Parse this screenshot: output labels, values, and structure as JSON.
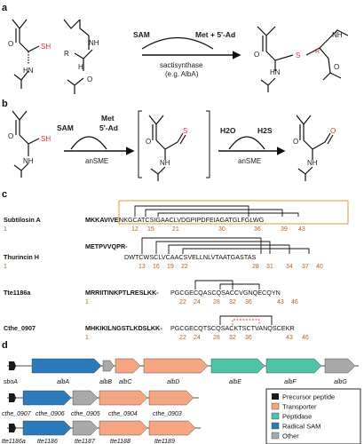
{
  "panels": {
    "a": "a",
    "b": "b",
    "c": "c",
    "d": "d"
  },
  "panel_a": {
    "sam": "SAM",
    "products": "Met + 5'-Ad",
    "enzyme": "sactisynthase",
    "example": "(e.g. AlbA)",
    "sh": "SH",
    "r": "R",
    "h": "H",
    "s": "S",
    "nh": "NH",
    "hn": "HN"
  },
  "panel_b": {
    "sam": "SAM",
    "met": "Met",
    "ad": "5'-Ad",
    "enzyme1": "anSME",
    "h2o": "H2O",
    "h2s": "H2S",
    "enzyme2": "anSME",
    "sh": "SH",
    "s": "S",
    "o": "O",
    "nh": "NH"
  },
  "panel_c": {
    "sequences": [
      {
        "name": "Subtilosin A",
        "prefix": "MKKAVIVE-",
        "core": "NKGCATCSIGAACLVDGPIPDFEIAGATGLFGLWG",
        "numbers": [
          "12",
          "15",
          "21",
          "30",
          "36",
          "39",
          "43"
        ],
        "start": "1"
      },
      {
        "name": "Thurincin H",
        "prefix": "METPVVQPR-",
        "core": "DWTCWSCLVCAACSVELLNLVTAATGASTAS",
        "numbers": [
          "13",
          "16",
          "19",
          "22",
          "28",
          "31",
          "34",
          "37",
          "40"
        ],
        "start": "1"
      },
      {
        "name": "Tte1186a",
        "prefix": "MRRIITINKPTLRESLKK-",
        "core": "PGCGECQASCQSACCVGNQECQYN",
        "numbers": [
          "22",
          "24",
          "28",
          "32",
          "36",
          "43",
          "46"
        ],
        "start": "1"
      },
      {
        "name": "Cthe_0907",
        "prefix": "MHKIKILNGSTLKDSLKK-",
        "core": "PGCGECQTSCQSACKTSCTVANQSCEKR",
        "numbers": [
          "22",
          "24",
          "28",
          "32",
          "36",
          "43",
          "46"
        ],
        "start": "1"
      }
    ]
  },
  "panel_d": {
    "row1": [
      "sboA",
      "albA",
      "albB",
      "albC",
      "albD",
      "albE",
      "albF",
      "albG"
    ],
    "row2": [
      "cthe_0907",
      "cthe_0906",
      "cthe_0905",
      "cthe_0904",
      "cthe_0903"
    ],
    "row3": [
      "tte1186a",
      "tte1186",
      "tte1187",
      "tte1188",
      "tte1189"
    ],
    "legend": [
      {
        "label": "Precursor peptide",
        "color": "#1a1a1a"
      },
      {
        "label": "Transporter",
        "color": "#f4a582"
      },
      {
        "label": "Peptidase",
        "color": "#4dc4a8"
      },
      {
        "label": "Radical SAM",
        "color": "#2b7bba"
      },
      {
        "label": "Other",
        "color": "#a9a9a9"
      }
    ]
  },
  "colors": {
    "thiol": "#e03030",
    "orange": "#e8962e",
    "blue": "#2b7bba",
    "cys": "#e03030"
  }
}
